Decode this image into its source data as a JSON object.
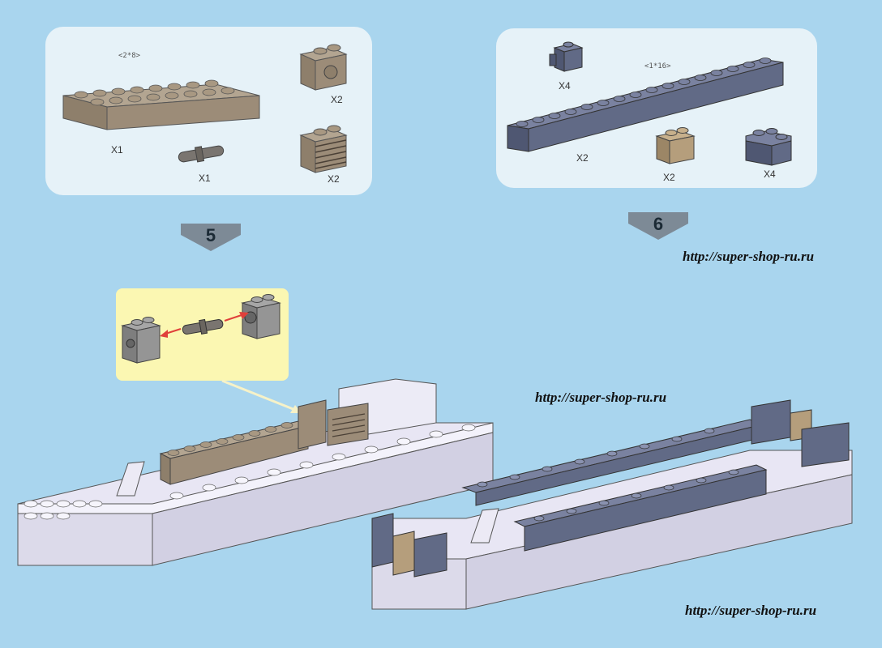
{
  "step5": {
    "number": "5",
    "parts_panel": {
      "brick_2x8": {
        "dim": "<2*8>",
        "qty": "X1",
        "color": "#9c8c78"
      },
      "connector_pin": {
        "qty": "X1",
        "color": "#7a7570"
      },
      "technic_brick": {
        "qty": "X2",
        "color": "#9c8c78"
      },
      "grille_brick": {
        "qty": "X2",
        "color": "#9c8c78"
      }
    }
  },
  "step6": {
    "number": "6",
    "parts_panel": {
      "clip_brick": {
        "qty": "X4",
        "color": "#616a86"
      },
      "brick_1x16": {
        "dim": "<1*16>",
        "qty": "X2",
        "color": "#616a86"
      },
      "brick_1x2_tan": {
        "qty": "X2",
        "color": "#b59e7c"
      },
      "corner_brick": {
        "qty": "X4",
        "color": "#616a86"
      }
    }
  },
  "watermarks": [
    "http://super-shop-ru.ru",
    "http://super-shop-ru.ru",
    "http://super-shop-ru.ru"
  ],
  "colors": {
    "background": "#a9d5ee",
    "panel": "#e6f2f8",
    "callout": "#fbf7b2",
    "base_white": "#e8e6f4",
    "arrow_red": "#e0403a"
  }
}
